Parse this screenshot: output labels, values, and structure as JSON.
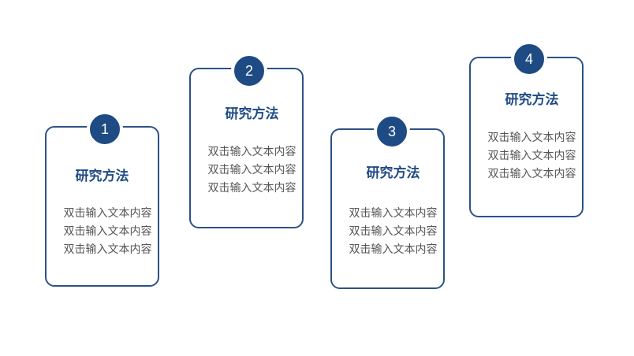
{
  "steps": [
    {
      "number": "1",
      "title": "研究方法",
      "lines": [
        "双击输入文本内容",
        "双击输入文本内容",
        "双击输入文本内容"
      ]
    },
    {
      "number": "2",
      "title": "研究方法",
      "lines": [
        "双击输入文本内容",
        "双击输入文本内容",
        "双击输入文本内容"
      ]
    },
    {
      "number": "3",
      "title": "研究方法",
      "lines": [
        "双击输入文本内容",
        "双击输入文本内容",
        "双击输入文本内容"
      ]
    },
    {
      "number": "4",
      "title": "研究方法",
      "lines": [
        "双击输入文本内容",
        "双击输入文本内容",
        "双击输入文本内容"
      ]
    }
  ],
  "colors": {
    "accent": "#1f4b85",
    "border": "#2c5285",
    "body_text": "#555555"
  }
}
